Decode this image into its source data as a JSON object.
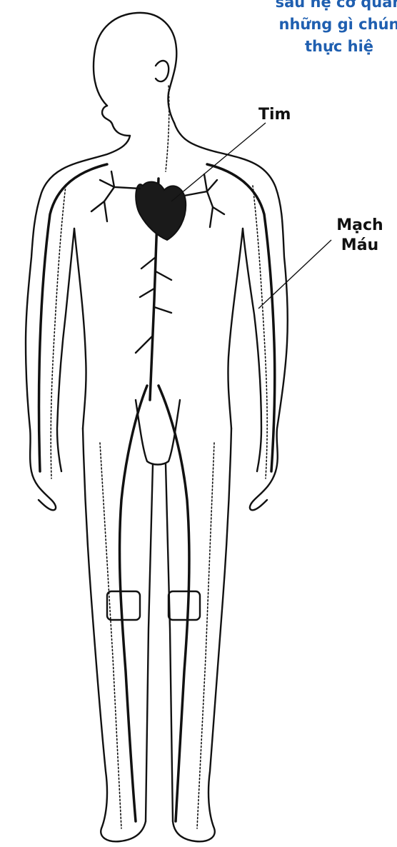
{
  "heading": {
    "line1": "sau hệ cơ quan",
    "line2": "những gì chún",
    "line3": "thực hiệ"
  },
  "labels": {
    "heart": "Tim",
    "vessels_line1": "Mạch",
    "vessels_line2": "Máu"
  },
  "colors": {
    "heading": "#1f5fb0",
    "ink": "#111111"
  }
}
